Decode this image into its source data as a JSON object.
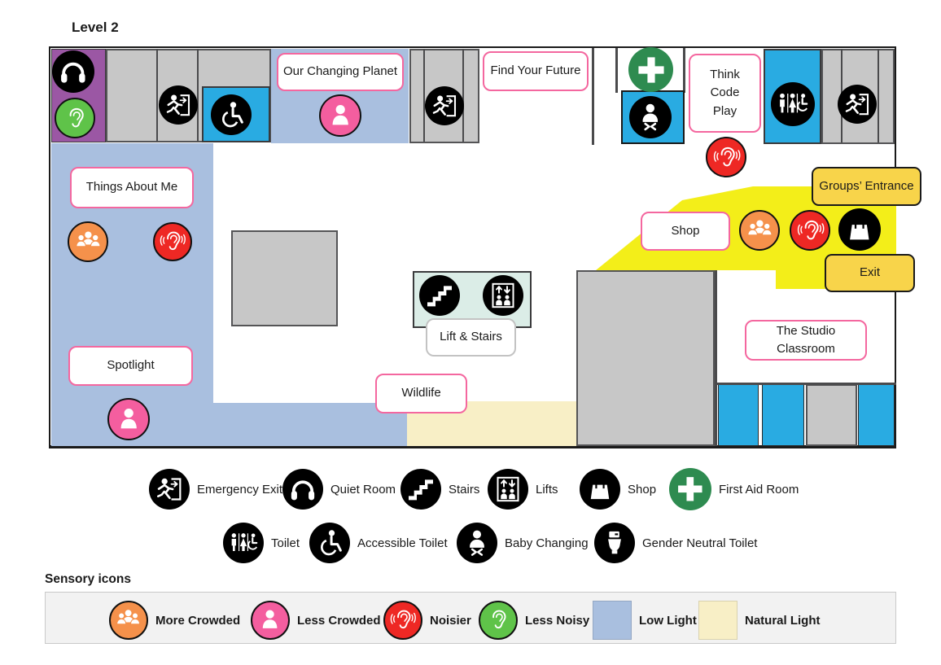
{
  "title": "Level 2",
  "map": {
    "labels": {
      "our_changing_planet": "Our Changing Planet",
      "find_your_future": "Find Your Future",
      "think_code_play_lines": [
        "Think",
        "Code",
        "Play"
      ],
      "things_about_me": "Things About Me",
      "spotlight": "Spotlight",
      "shop": "Shop",
      "groups_entrance": "Groups’ Entrance",
      "exit": "Exit",
      "lift_stairs": "Lift & Stairs",
      "wildlife": "Wildlife",
      "studio_classroom_lines": [
        "The Studio",
        "Classroom"
      ]
    }
  },
  "legend": {
    "facilities_row1": [
      {
        "icon": "emergency-exit-icon",
        "label": "Emergency Exit"
      },
      {
        "icon": "quiet-room-icon",
        "label": "Quiet Room"
      },
      {
        "icon": "stairs-icon",
        "label": "Stairs"
      },
      {
        "icon": "lifts-icon",
        "label": "Lifts"
      },
      {
        "icon": "shop-icon",
        "label": "Shop"
      },
      {
        "icon": "first-aid-icon",
        "label": "First Aid Room"
      }
    ],
    "facilities_row2": [
      {
        "icon": "toilet-icon",
        "label": "Toilet"
      },
      {
        "icon": "accessible-toilet-icon",
        "label": "Accessible Toilet"
      },
      {
        "icon": "baby-changing-icon",
        "label": "Baby Changing"
      },
      {
        "icon": "gender-neutral-toilet-icon",
        "label": "Gender Neutral Toilet"
      }
    ],
    "sensory_heading": "Sensory icons",
    "sensory": [
      {
        "icon": "more-crowded-icon",
        "label": "More Crowded",
        "color": "#F5914B"
      },
      {
        "icon": "less-crowded-icon",
        "label": "Less Crowded",
        "color": "#F45E9F"
      },
      {
        "icon": "noisier-icon",
        "label": "Noisier",
        "color": "#EE2824"
      },
      {
        "icon": "less-noisy-icon",
        "label": "Less Noisy",
        "color": "#5FC349"
      },
      {
        "icon": "low-light-swatch",
        "label": "Low Light",
        "color": "#A9BFDF"
      },
      {
        "icon": "natural-light-swatch",
        "label": "Natural Light",
        "color": "#F8EFC6"
      }
    ]
  },
  "colors": {
    "purple": "#9B57A4",
    "blue": "#29ABE2",
    "wall_gray": "#C7C7C7",
    "low_light": "#A9BFDF",
    "natural_light": "#F8EFC6",
    "shop_yellow": "#F3EE19",
    "gold": "#F8D44A",
    "teal": "#DBEDE7",
    "pink_border": "#F4679F",
    "first_aid_green": "#2E8B50",
    "more_crowded": "#F5914B",
    "less_crowded": "#F45E9F",
    "noisier": "#EE2824",
    "less_noisy": "#5FC349"
  }
}
